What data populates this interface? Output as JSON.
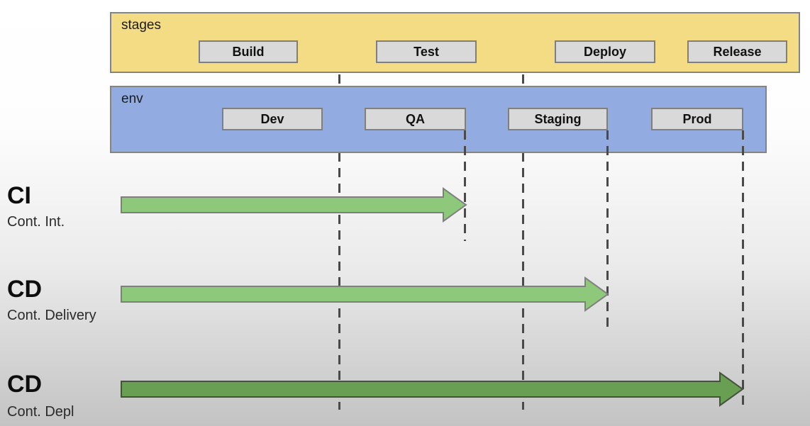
{
  "stages_band": {
    "label": "stages",
    "items": [
      {
        "label": "Build"
      },
      {
        "label": "Test"
      },
      {
        "label": "Deploy"
      },
      {
        "label": "Release"
      }
    ]
  },
  "env_band": {
    "label": "env",
    "items": [
      {
        "label": "Dev"
      },
      {
        "label": "QA"
      },
      {
        "label": "Staging"
      },
      {
        "label": "Prod"
      }
    ]
  },
  "rows": [
    {
      "abbr": "CI",
      "name": "Cont. Int."
    },
    {
      "abbr": "CD",
      "name": "Cont. Delivery"
    },
    {
      "abbr": "CD",
      "name": "Cont. Depl"
    }
  ],
  "colors": {
    "stages_band_fill": "#f3dc83",
    "env_band_fill": "#92ace1",
    "box_fill": "#d9d9d9",
    "box_border": "#7f7f7f",
    "arrow_green_light": "#8dc87b",
    "arrow_green_dark": "#699f53",
    "dashed_line": "#4a4a4a"
  }
}
